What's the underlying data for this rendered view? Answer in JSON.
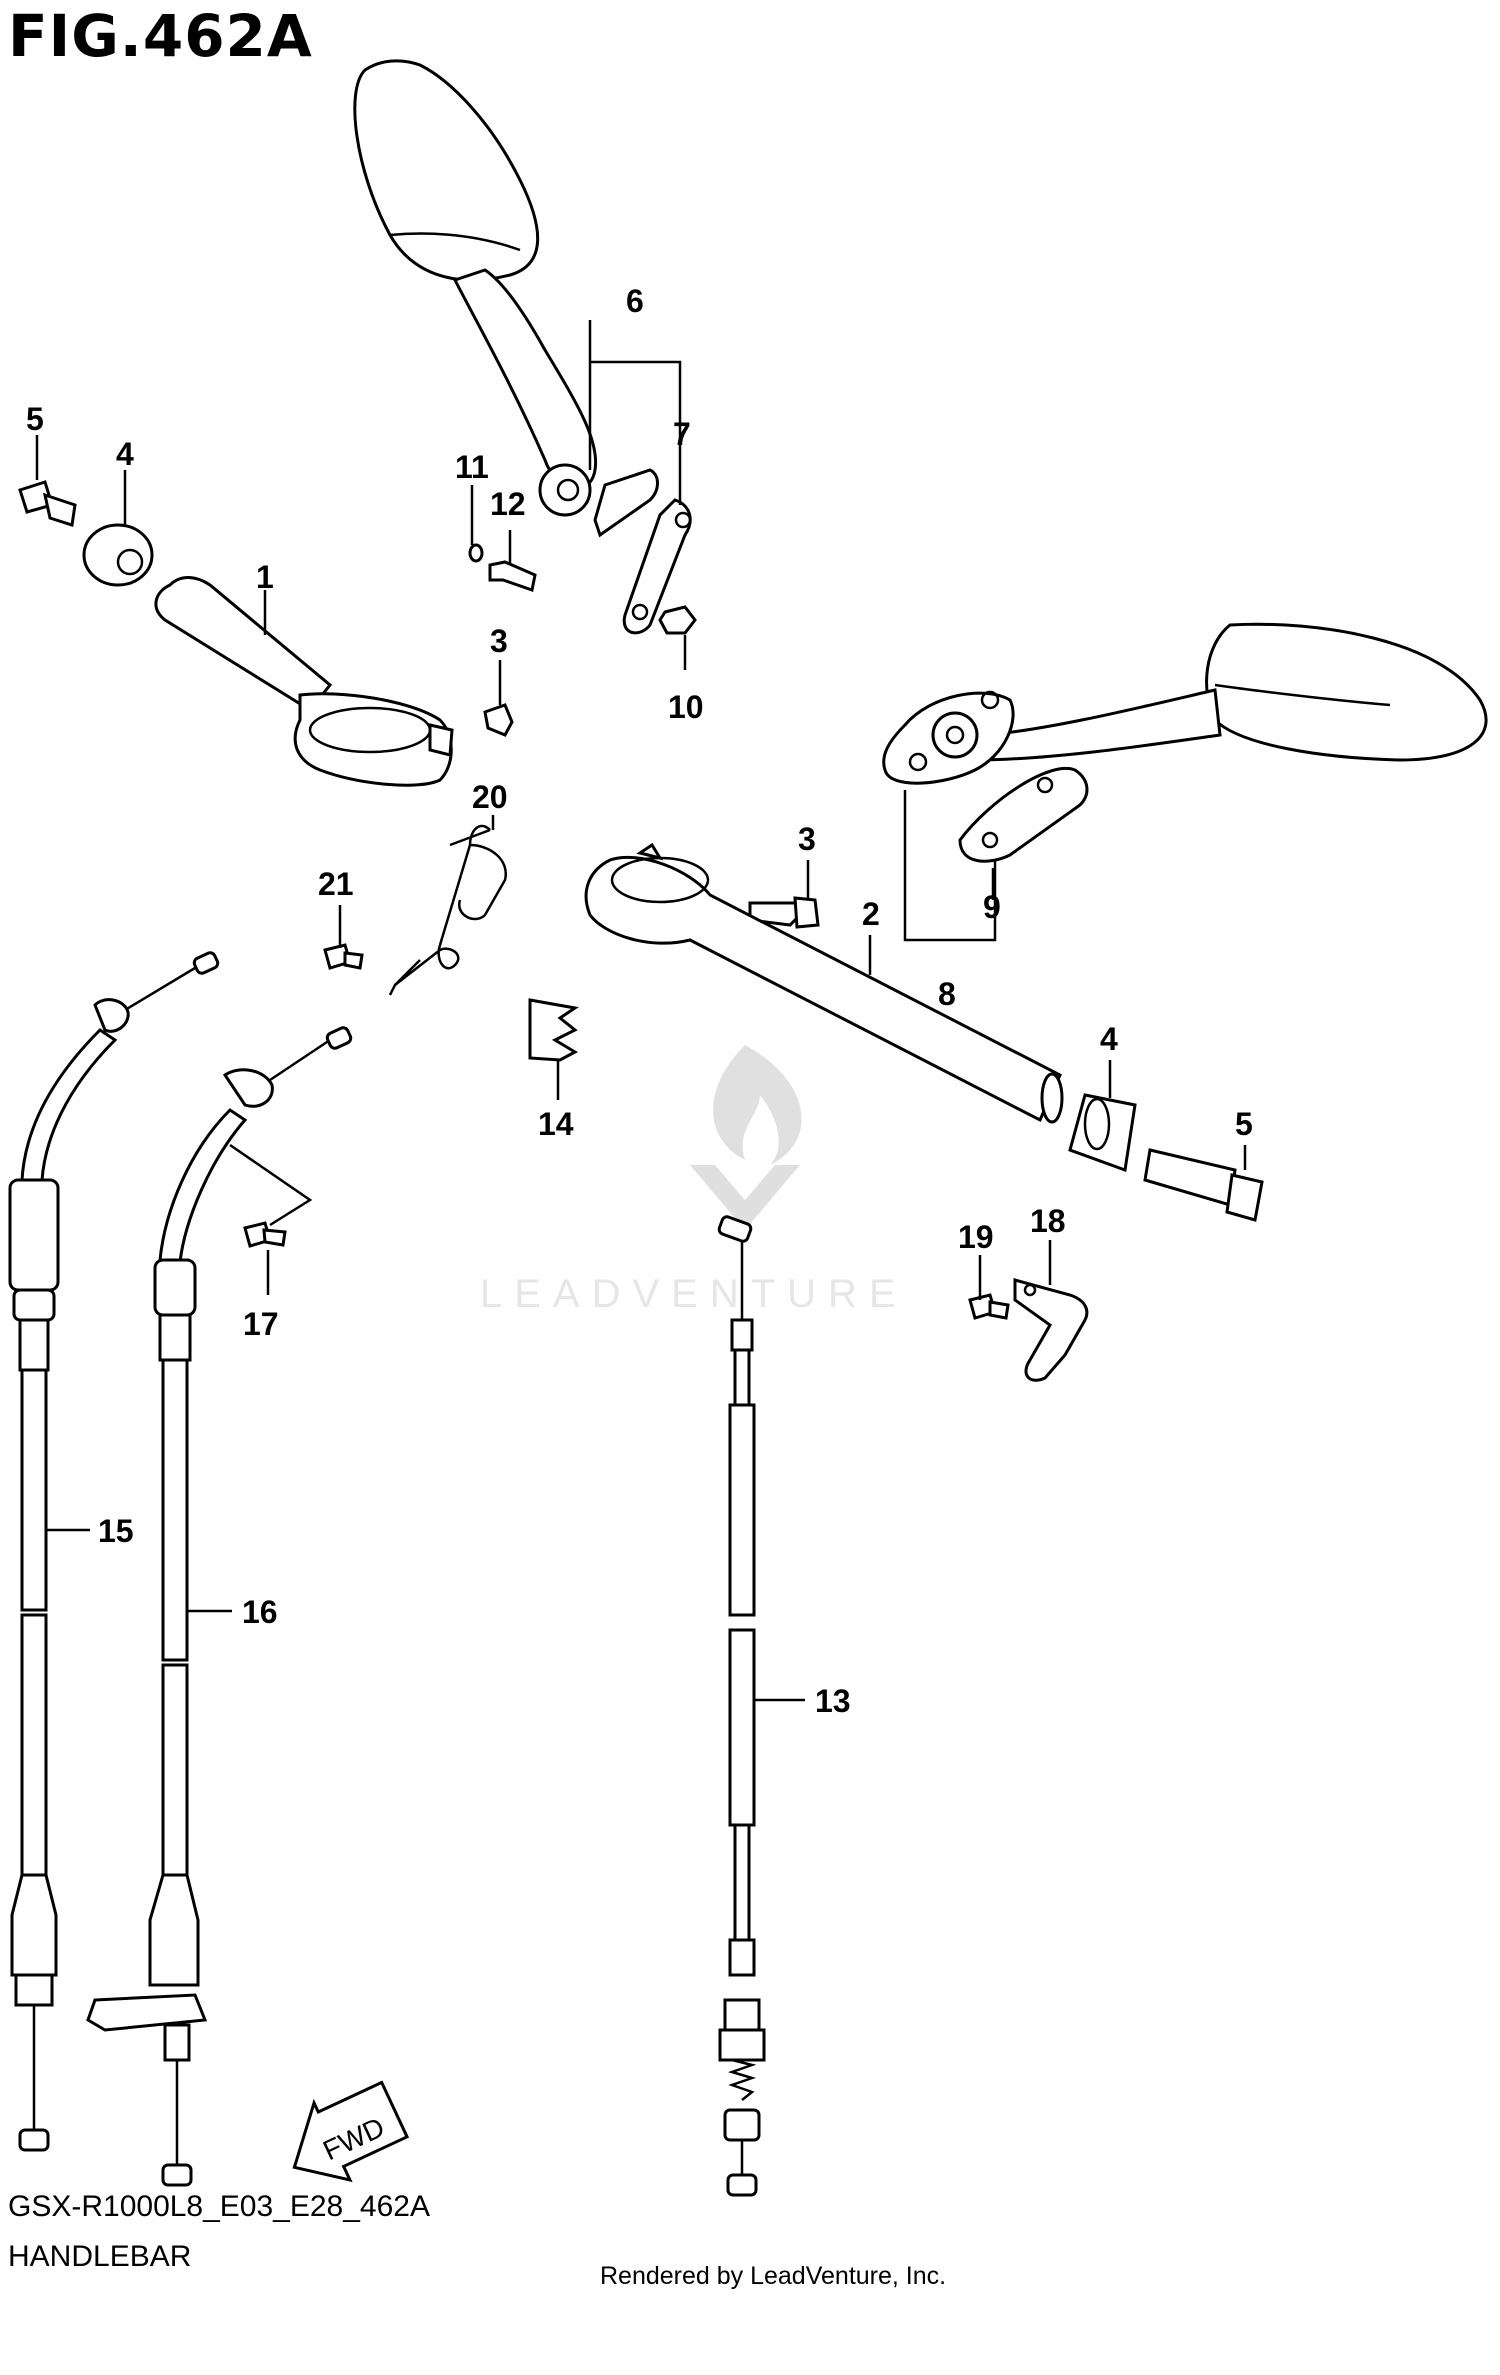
{
  "figure": {
    "title": "FIG.462A",
    "model_code": "GSX-R1000L8_E03_E28_462A",
    "section": "HANDLEBAR",
    "credit": "Rendered by LeadVenture, Inc.",
    "watermark": "LEADVENTURE",
    "direction_label": "FWD"
  },
  "callouts": [
    {
      "id": "c1",
      "label": "1",
      "part": "left-handlebar"
    },
    {
      "id": "c2",
      "label": "2",
      "part": "right-handlebar"
    },
    {
      "id": "c3a",
      "label": "3",
      "part": "handlebar-bolt-left"
    },
    {
      "id": "c3b",
      "label": "3",
      "part": "handlebar-bolt-right"
    },
    {
      "id": "c4a",
      "label": "4",
      "part": "balancer-left"
    },
    {
      "id": "c4b",
      "label": "4",
      "part": "balancer-right"
    },
    {
      "id": "c5a",
      "label": "5",
      "part": "balancer-screw-left"
    },
    {
      "id": "c5b",
      "label": "5",
      "part": "balancer-screw-right"
    },
    {
      "id": "c6",
      "label": "6",
      "part": "left-mirror-assembly"
    },
    {
      "id": "c7",
      "label": "7",
      "part": "left-mirror-plate"
    },
    {
      "id": "c8",
      "label": "8",
      "part": "right-mirror-assembly"
    },
    {
      "id": "c9",
      "label": "9",
      "part": "right-mirror-plate"
    },
    {
      "id": "c10",
      "label": "10",
      "part": "mirror-nut"
    },
    {
      "id": "c11",
      "label": "11",
      "part": "washer"
    },
    {
      "id": "c12",
      "label": "12",
      "part": "mirror-bolt"
    },
    {
      "id": "c13",
      "label": "13",
      "part": "clutch-cable"
    },
    {
      "id": "c14",
      "label": "14",
      "part": "cable-clamp"
    },
    {
      "id": "c15",
      "label": "15",
      "part": "throttle-cable-pull"
    },
    {
      "id": "c16",
      "label": "16",
      "part": "throttle-cable-return"
    },
    {
      "id": "c17",
      "label": "17",
      "part": "cable-bracket-screw"
    },
    {
      "id": "c18",
      "label": "18",
      "part": "cable-guide"
    },
    {
      "id": "c19",
      "label": "19",
      "part": "cable-guide-bolt"
    },
    {
      "id": "c20",
      "label": "20",
      "part": "wire-clamp"
    },
    {
      "id": "c21",
      "label": "21",
      "part": "clamp-screw"
    }
  ]
}
